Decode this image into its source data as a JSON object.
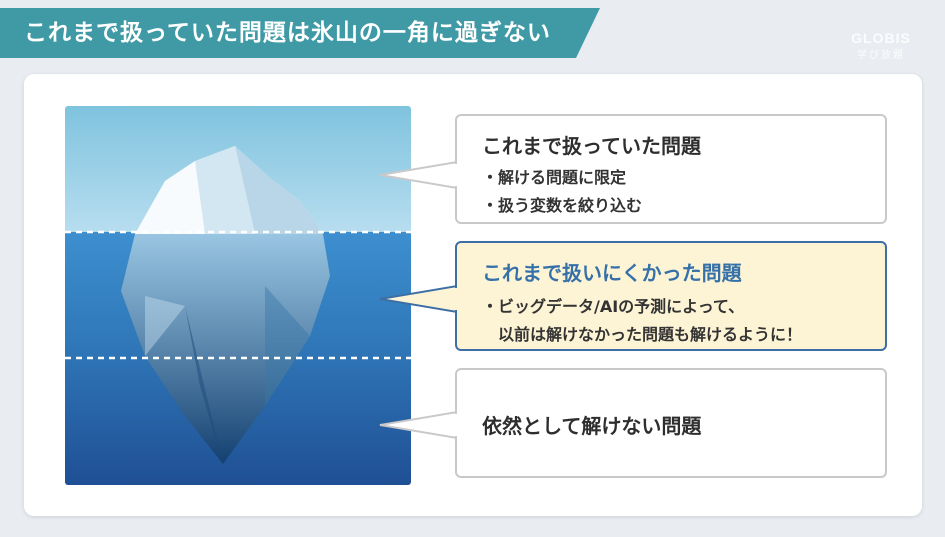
{
  "header": {
    "title": "これまで扱っていた問題は氷山の一角に過ぎない",
    "logo_line1": "GLOBIS",
    "logo_line2": "学び放題"
  },
  "callouts": [
    {
      "title": "これまで扱っていた問題",
      "lines": [
        "・解ける問題に限定",
        "・扱う変数を絞り込む"
      ]
    },
    {
      "title": "これまで扱いにくかった問題",
      "lines": [
        "・ビッグデータ/AIの予測によって、",
        "　以前は解けなかった問題も解けるように！"
      ]
    },
    {
      "title": "依然として解けない問題",
      "lines": []
    }
  ],
  "colors": {
    "banner": "#3f9aa6",
    "highlight_bg": "#fdf4d5",
    "highlight_border": "#3d6fa5",
    "highlight_title": "#3571a8"
  }
}
